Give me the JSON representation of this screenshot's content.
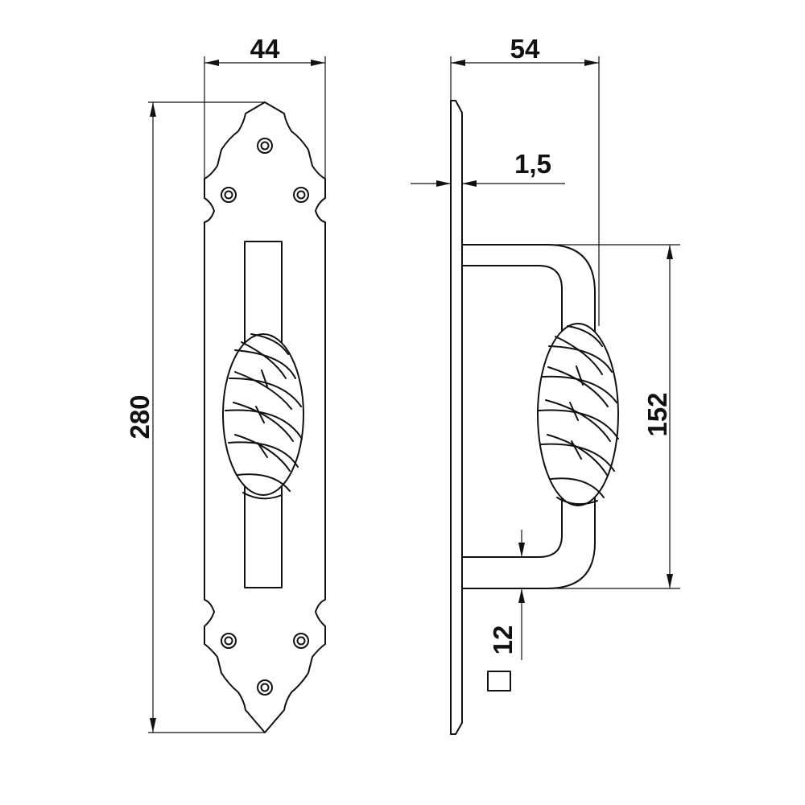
{
  "dimensions": {
    "plate_width": "44",
    "handle_depth": "54",
    "plate_thickness": "1,5",
    "plate_height": "280",
    "handle_span": "152",
    "bar_section": "12"
  },
  "colors": {
    "line": "#111111",
    "background": "#ffffff"
  }
}
